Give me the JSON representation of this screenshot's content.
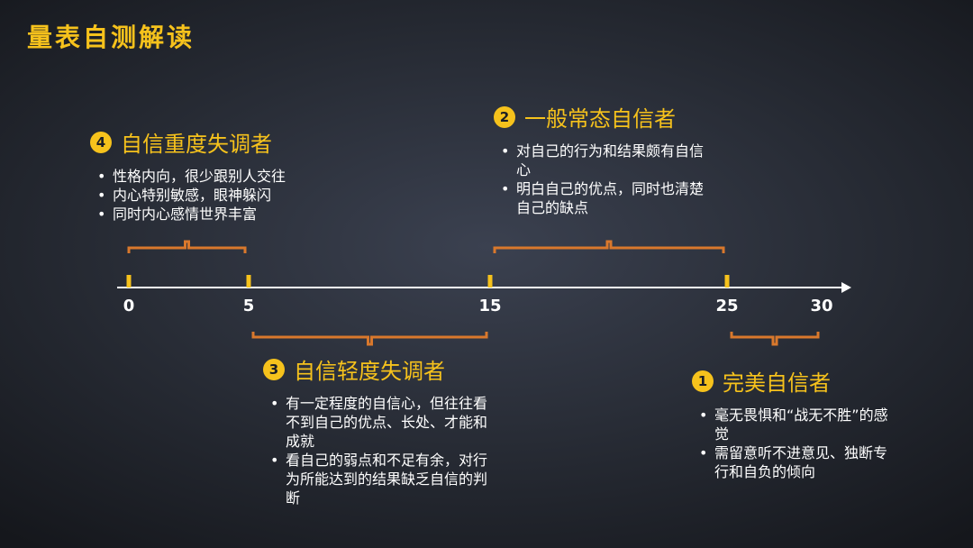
{
  "title": "量表自测解读",
  "colors": {
    "accent": "#f6c21c",
    "bracket": "#d9782c",
    "axis": "#ffffff"
  },
  "axis": {
    "ticks": [
      0,
      5,
      15,
      25,
      30
    ],
    "marked_ticks": [
      0,
      5,
      15,
      25
    ]
  },
  "ranges": [
    {
      "number": "4",
      "label": "自信重度失调者",
      "from": 0,
      "to": 5,
      "bullets": [
        "性格内向，很少跟别人交往",
        "内心特别敏感，眼神躲闪",
        "同时内心感情世界丰富"
      ]
    },
    {
      "number": "3",
      "label": "自信轻度失调者",
      "from": 5,
      "to": 15,
      "bullets": [
        "有一定程度的自信心，但往往看不到自己的优点、长处、才能和成就",
        "看自己的弱点和不足有余，对行为所能达到的结果缺乏自信的判断"
      ]
    },
    {
      "number": "2",
      "label": "一般常态自信者",
      "from": 15,
      "to": 25,
      "bullets": [
        "对自己的行为和结果颇有自信心",
        "明白自己的优点，同时也清楚自己的缺点"
      ]
    },
    {
      "number": "1",
      "label": "完美自信者",
      "from": 25,
      "to": 30,
      "bullets": [
        "毫无畏惧和“战无不胜”的感觉",
        "需留意听不进意见、独断专行和自负的倾向"
      ]
    }
  ]
}
